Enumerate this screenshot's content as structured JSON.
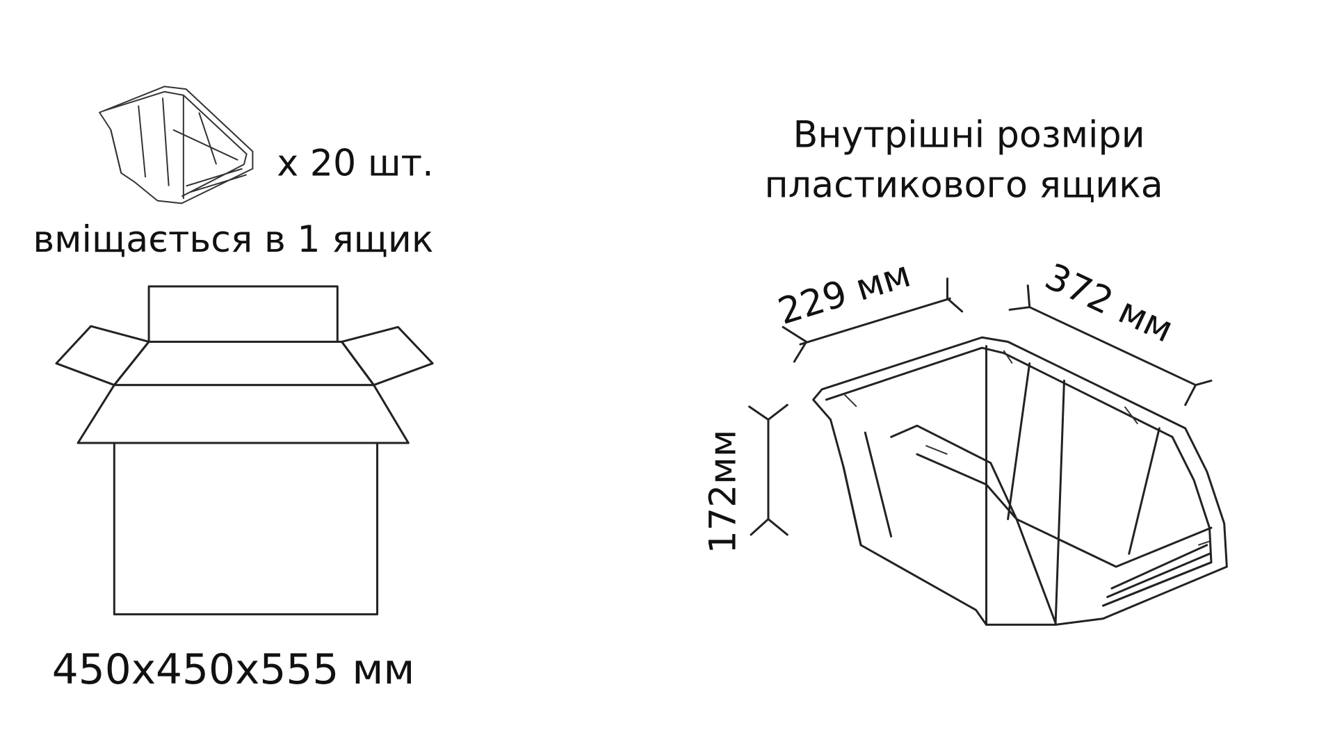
{
  "left": {
    "quantity": "x 20 шт.",
    "fits_label": "вміщається в 1 ящик",
    "carton_size": "450x450x555 мм"
  },
  "right": {
    "title_line1": "Внутрішні розміри",
    "title_line2": "пластикового ящика",
    "width": "229 мм",
    "length": "372 мм",
    "height": "172мм"
  }
}
